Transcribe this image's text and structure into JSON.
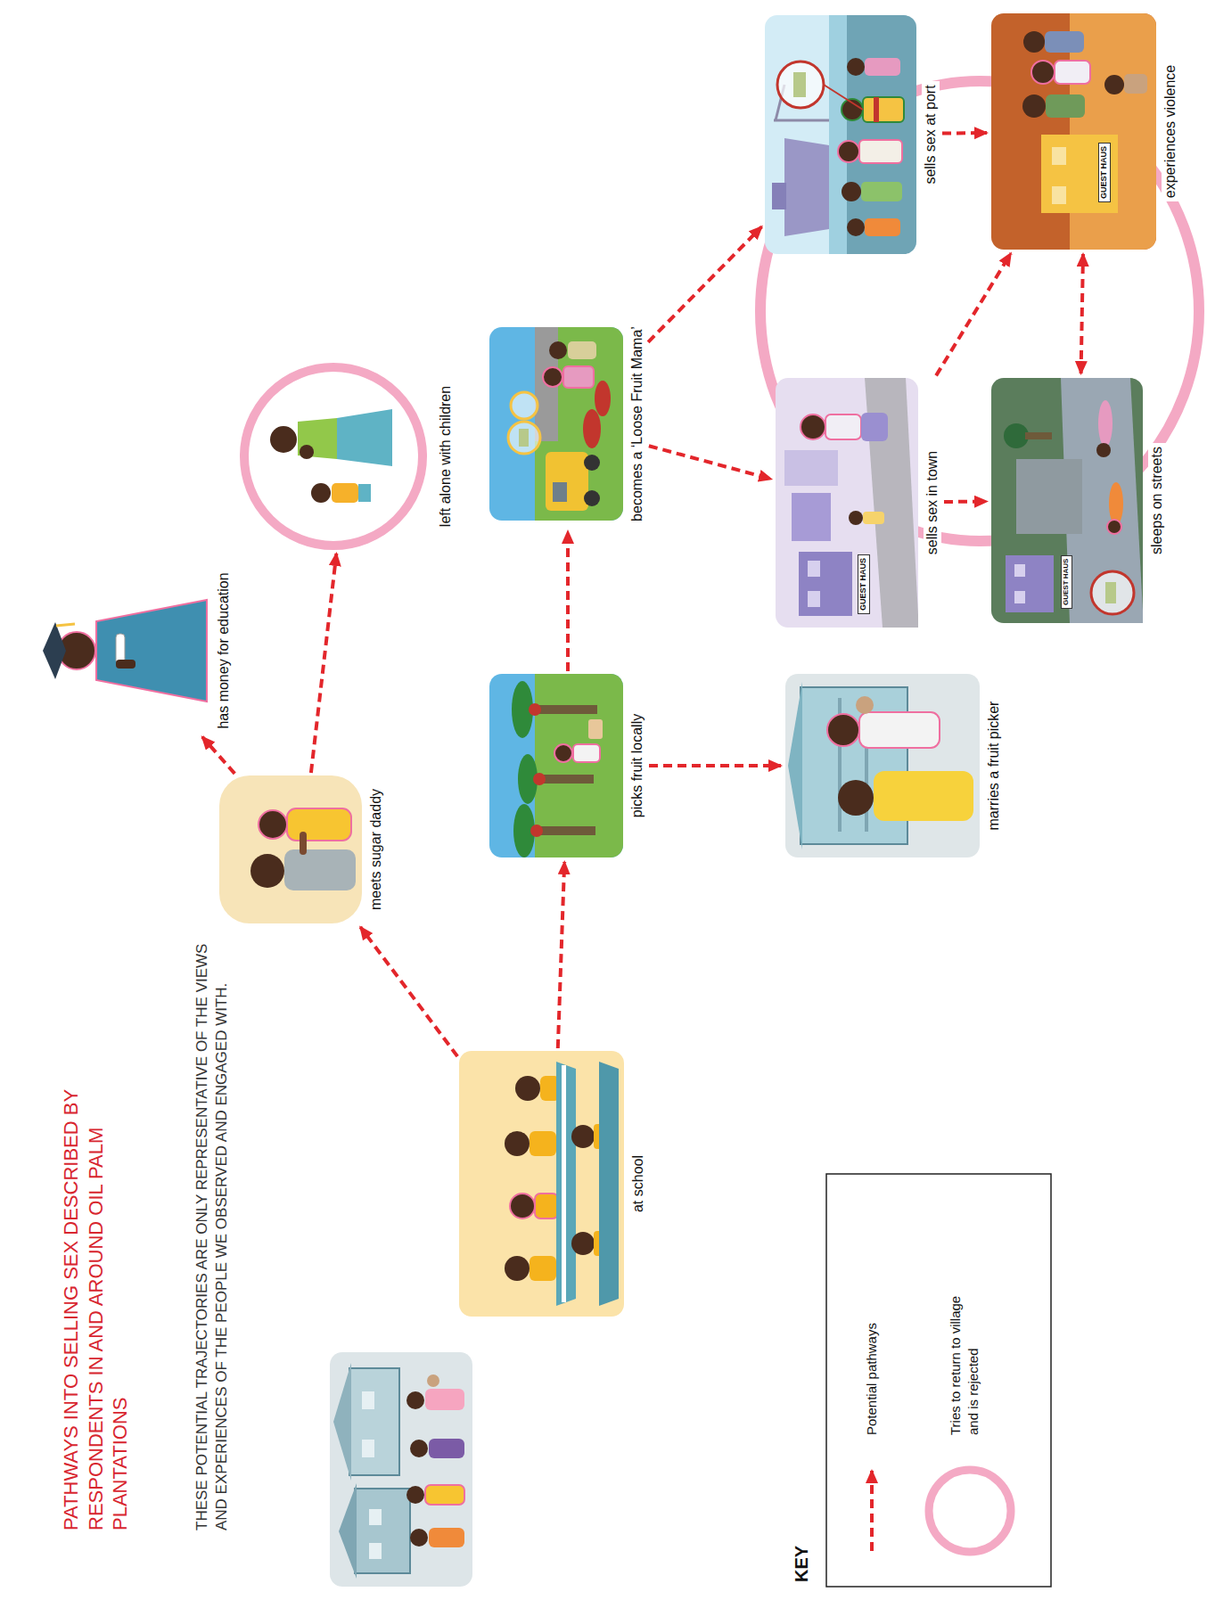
{
  "diagram": {
    "title": "PATHWAYS INTO SELLING SEX DESCRIBED BY RESPONDENTS IN AND AROUND OIL PALM PLANTATIONS",
    "nodes": [
      {
        "text": [
          "at school"
        ]
      },
      {
        "text": [
          "meets sugar daddy"
        ]
      },
      {
        "text": [
          "has money for education"
        ]
      },
      {
        "text": [
          "left alone with children"
        ]
      },
      {
        "text": [
          "picks fruit locally"
        ]
      },
      {
        "text": [
          "becomes a ‘Loose Fruit Mama’"
        ]
      },
      {
        "text": [
          "marries a fruit picker"
        ]
      },
      {
        "text": [
          "sells sex in town"
        ]
      },
      {
        "text": [
          "sells sex at port"
        ]
      },
      {
        "text": [
          "sleeps on streets"
        ]
      },
      {
        "text": [
          "experiences violence"
        ]
      }
    ],
    "edges": [
      {
        "from": 0,
        "to": 1,
        "arrow": "to"
      },
      {
        "from": 0,
        "to": 4,
        "arrow": "to"
      },
      {
        "from": 1,
        "to": 2,
        "arrow": "to"
      },
      {
        "from": 1,
        "to": 3,
        "arrow": "to"
      },
      {
        "from": 4,
        "to": 5,
        "arrow": "to"
      },
      {
        "from": 4,
        "to": 6,
        "arrow": "to"
      },
      {
        "from": 5,
        "to": 8,
        "arrow": "to"
      },
      {
        "from": 5,
        "to": 7,
        "arrow": "to"
      },
      {
        "from": 7,
        "to": 9,
        "arrow": "to"
      },
      {
        "from": 7,
        "to": 10,
        "arrow": "to"
      },
      {
        "from": 8,
        "to": 10,
        "arrow": "to"
      },
      {
        "from": 9,
        "to": 10,
        "arrow": "both"
      }
    ],
    "labels": [
      "THESE POTENTIAL TRAJECTORIES ARE ONLY REPRESENTATIVE OF THE VIEWS AND EXPERIENCES OF THE PEOPLE WE OBSERVED AND ENGAGED WITH.",
      "KEY",
      "GUEST HAUS",
      "GUEST HAUS",
      "GUEST HAUS"
    ],
    "legend": [
      {
        "text": "Potential pathways"
      },
      {
        "text": "Tries to return to village and is rejected"
      }
    ]
  }
}
